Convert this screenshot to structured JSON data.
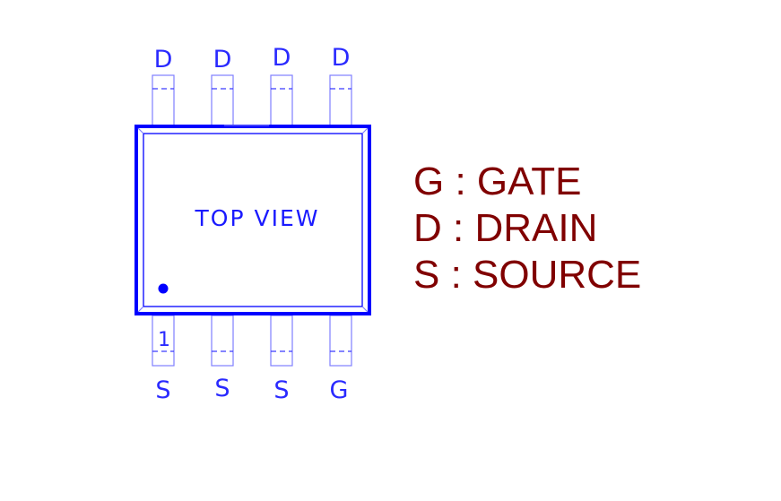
{
  "package": {
    "center_label": "TOP VIEW",
    "pin1_marker": "1",
    "top_pins": [
      {
        "label": "D"
      },
      {
        "label": "D"
      },
      {
        "label": "D"
      },
      {
        "label": "D"
      }
    ],
    "bottom_pins": [
      {
        "label": "S"
      },
      {
        "label": "S"
      },
      {
        "label": "S"
      },
      {
        "label": "G"
      }
    ],
    "colors": {
      "outline": "#0000ff",
      "pin_outline": "#7f7fff"
    }
  },
  "legend": {
    "items": [
      {
        "text": "G : GATE"
      },
      {
        "text": "D : DRAIN"
      },
      {
        "text": "S : SOURCE"
      }
    ],
    "color": "#800000"
  }
}
